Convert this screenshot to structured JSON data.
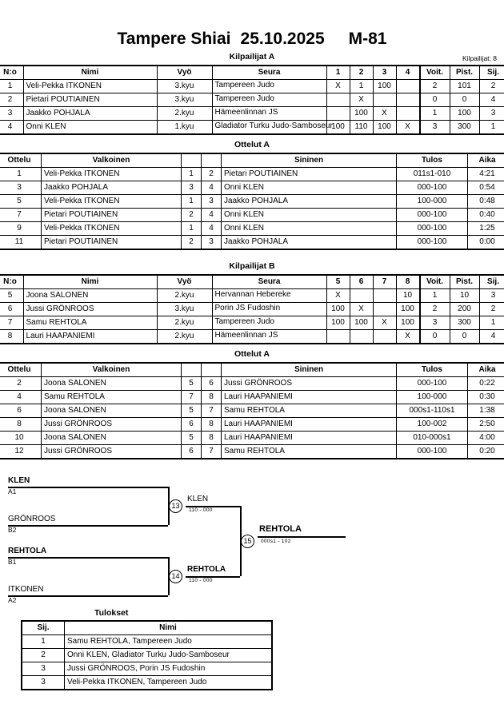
{
  "header": {
    "event": "Tampere Shiai",
    "date": "25.10.2025",
    "category": "M-81",
    "competitors_label": "Kilpailijat: 8"
  },
  "pool_a": {
    "title": "Kilpailijat A",
    "columns": [
      "N:o",
      "Nimi",
      "Vyö",
      "Seura",
      "1",
      "2",
      "3",
      "4",
      "Voit.",
      "Pist.",
      "Sij."
    ],
    "rows": [
      {
        "no": "1",
        "nimi": "Veli-Pekka ITKONEN",
        "vyo": "3.kyu",
        "seura": "Tampereen Judo",
        "s": [
          "X",
          "1",
          "100",
          ""
        ],
        "voit": "2",
        "pist": "101",
        "sij": "2"
      },
      {
        "no": "2",
        "nimi": "Pietari POUTIAINEN",
        "vyo": "3.kyu",
        "seura": "Tampereen Judo",
        "s": [
          "",
          "X",
          "",
          ""
        ],
        "voit": "0",
        "pist": "0",
        "sij": "4"
      },
      {
        "no": "3",
        "nimi": "Jaakko POHJALA",
        "vyo": "2.kyu",
        "seura": "Hämeenlinnan JS",
        "s": [
          "",
          "100",
          "X",
          ""
        ],
        "voit": "1",
        "pist": "100",
        "sij": "3"
      },
      {
        "no": "4",
        "nimi": "Onni KLEN",
        "vyo": "1.kyu",
        "seura": "Gladiator Turku Judo-Samboseur",
        "s": [
          "100",
          "110",
          "100",
          "X"
        ],
        "voit": "3",
        "pist": "300",
        "sij": "1"
      }
    ]
  },
  "matches_a": {
    "title": "Ottelut A",
    "columns": [
      "Ottelu",
      "Valkoinen",
      "",
      "",
      "Sininen",
      "Tulos",
      "Aika"
    ],
    "rows": [
      {
        "ottelu": "1",
        "valkoinen": "Veli-Pekka ITKONEN",
        "white_bold": true,
        "n1": "1",
        "n2": "2",
        "sininen": "Pietari POUTIAINEN",
        "blue_bold": false,
        "tulos": "011s1-010",
        "aika": "4:21"
      },
      {
        "ottelu": "3",
        "valkoinen": "Jaakko POHJALA",
        "white_bold": false,
        "n1": "3",
        "n2": "4",
        "sininen": "Onni KLEN",
        "blue_bold": true,
        "tulos": "000-100",
        "aika": "0:54"
      },
      {
        "ottelu": "5",
        "valkoinen": "Veli-Pekka ITKONEN",
        "white_bold": true,
        "n1": "1",
        "n2": "3",
        "sininen": "Jaakko POHJALA",
        "blue_bold": false,
        "tulos": "100-000",
        "aika": "0:48"
      },
      {
        "ottelu": "7",
        "valkoinen": "Pietari POUTIAINEN",
        "white_bold": false,
        "n1": "2",
        "n2": "4",
        "sininen": "Onni KLEN",
        "blue_bold": true,
        "tulos": "000-100",
        "aika": "0:40"
      },
      {
        "ottelu": "9",
        "valkoinen": "Veli-Pekka ITKONEN",
        "white_bold": false,
        "n1": "1",
        "n2": "4",
        "sininen": "Onni KLEN",
        "blue_bold": true,
        "tulos": "000-100",
        "aika": "1:25"
      },
      {
        "ottelu": "11",
        "valkoinen": "Pietari POUTIAINEN",
        "white_bold": false,
        "n1": "2",
        "n2": "3",
        "sininen": "Jaakko POHJALA",
        "blue_bold": true,
        "tulos": "000-100",
        "aika": "0:00"
      }
    ]
  },
  "pool_b": {
    "title": "Kilpailijat B",
    "columns": [
      "N:o",
      "Nimi",
      "Vyö",
      "Seura",
      "5",
      "6",
      "7",
      "8",
      "Voit.",
      "Pist.",
      "Sij."
    ],
    "rows": [
      {
        "no": "5",
        "nimi": "Joona SALONEN",
        "vyo": "2.kyu",
        "seura": "Hervannan Hebereke",
        "s": [
          "X",
          "",
          "",
          "10"
        ],
        "voit": "1",
        "pist": "10",
        "sij": "3"
      },
      {
        "no": "6",
        "nimi": "Jussi GRÖNROOS",
        "vyo": "3.kyu",
        "seura": "Porin JS Fudoshin",
        "s": [
          "100",
          "X",
          "",
          "100"
        ],
        "voit": "2",
        "pist": "200",
        "sij": "2"
      },
      {
        "no": "7",
        "nimi": "Samu REHTOLA",
        "vyo": "2.kyu",
        "seura": "Tampereen Judo",
        "s": [
          "100",
          "100",
          "X",
          "100"
        ],
        "voit": "3",
        "pist": "300",
        "sij": "1"
      },
      {
        "no": "8",
        "nimi": "Lauri HAAPANIEMI",
        "vyo": "2.kyu",
        "seura": "Hämeenlinnan JS",
        "s": [
          "",
          "",
          "",
          "X"
        ],
        "voit": "0",
        "pist": "0",
        "sij": "4"
      }
    ]
  },
  "matches_b": {
    "title": "Ottelut A",
    "columns": [
      "Ottelu",
      "Valkoinen",
      "",
      "",
      "Sininen",
      "Tulos",
      "Aika"
    ],
    "rows": [
      {
        "ottelu": "2",
        "valkoinen": "Joona SALONEN",
        "white_bold": false,
        "n1": "5",
        "n2": "6",
        "sininen": "Jussi GRÖNROOS",
        "blue_bold": true,
        "tulos": "000-100",
        "aika": "0:22"
      },
      {
        "ottelu": "4",
        "valkoinen": "Samu REHTOLA",
        "white_bold": true,
        "n1": "7",
        "n2": "8",
        "sininen": "Lauri HAAPANIEMI",
        "blue_bold": false,
        "tulos": "100-000",
        "aika": "0:30"
      },
      {
        "ottelu": "6",
        "valkoinen": "Joona SALONEN",
        "white_bold": false,
        "n1": "5",
        "n2": "7",
        "sininen": "Samu REHTOLA",
        "blue_bold": true,
        "tulos": "000s1-110s1",
        "aika": "1:38"
      },
      {
        "ottelu": "8",
        "valkoinen": "Jussi GRÖNROOS",
        "white_bold": true,
        "n1": "6",
        "n2": "8",
        "sininen": "Lauri HAAPANIEMI",
        "blue_bold": false,
        "tulos": "100-002",
        "aika": "2:50"
      },
      {
        "ottelu": "10",
        "valkoinen": "Joona SALONEN",
        "white_bold": true,
        "n1": "5",
        "n2": "8",
        "sininen": "Lauri HAAPANIEMI",
        "blue_bold": false,
        "tulos": "010-000s1",
        "aika": "4:00"
      },
      {
        "ottelu": "12",
        "valkoinen": "Jussi GRÖNROOS",
        "white_bold": false,
        "n1": "6",
        "n2": "7",
        "sininen": "Samu REHTOLA",
        "blue_bold": true,
        "tulos": "000-100",
        "aika": "0:20"
      }
    ]
  },
  "bracket": {
    "entrants": [
      {
        "name": "KLEN",
        "seed": "A1",
        "bold": true
      },
      {
        "name": "GRÖNROOS",
        "seed": "B2",
        "bold": false
      },
      {
        "name": "REHTOLA",
        "seed": "B1",
        "bold": true
      },
      {
        "name": "ITKONEN",
        "seed": "A2",
        "bold": false
      }
    ],
    "semifinals": [
      {
        "number": "13",
        "winner": "KLEN",
        "score": "110 - 000",
        "bold": false
      },
      {
        "number": "14",
        "winner": "REHTOLA",
        "score": "110 - 000",
        "bold": true
      }
    ],
    "final": {
      "number": "15",
      "winner": "REHTOLA",
      "score": "000s1 - 102"
    }
  },
  "results": {
    "title": "Tulokset",
    "columns": [
      "Sij.",
      "Nimi"
    ],
    "rows": [
      {
        "sij": "1",
        "nimi": "Samu REHTOLA, Tampereen Judo"
      },
      {
        "sij": "2",
        "nimi": "Onni KLEN, Gladiator Turku Judo-Samboseur"
      },
      {
        "sij": "3",
        "nimi": "Jussi GRÖNROOS, Porin JS Fudoshin"
      },
      {
        "sij": "3",
        "nimi": "Veli-Pekka ITKONEN, Tampereen Judo"
      }
    ]
  }
}
